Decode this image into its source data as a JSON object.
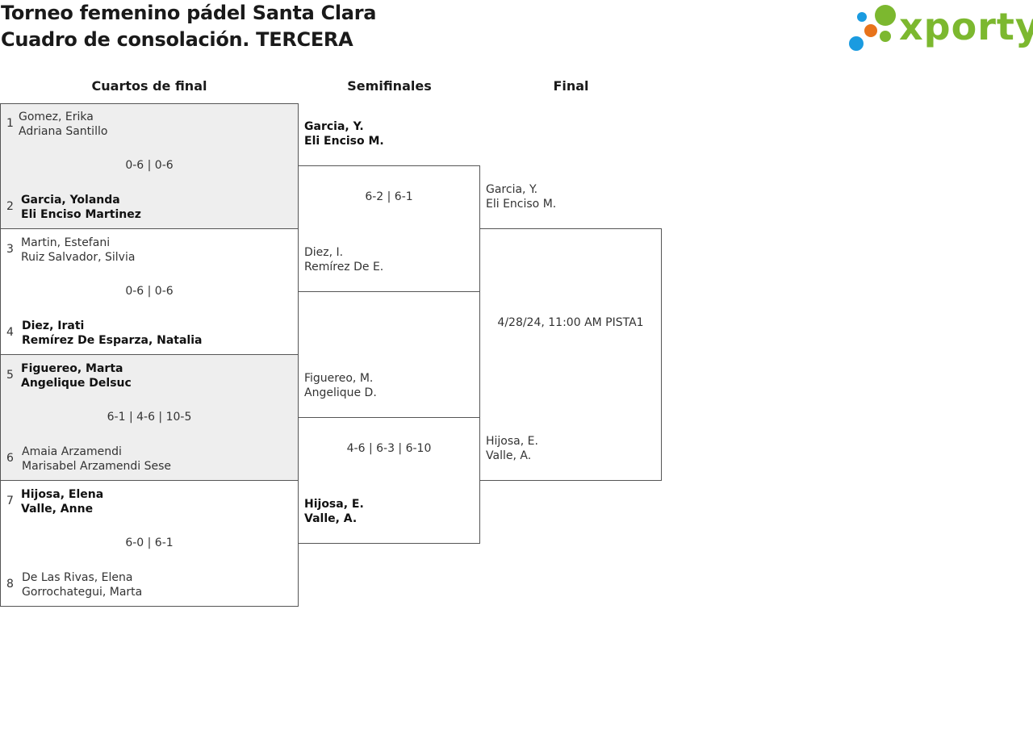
{
  "header": {
    "title_line1": "Torneo femenino pádel Santa Clara",
    "title_line2": "Cuadro de consolación. TERCERA"
  },
  "logo": {
    "text": "xporty",
    "colors": {
      "green": "#7cb82f",
      "blue": "#1a9be0",
      "orange": "#e8731a"
    }
  },
  "columns": {
    "quarters": "Cuartos de final",
    "semis": "Semifinales",
    "final": "Final"
  },
  "quarterfinals": [
    {
      "seed_a": "1",
      "a1": "Gomez, Erika",
      "a2": "Adriana Santillo",
      "score": "0-6 | 0-6",
      "seed_b": "2",
      "b1": "Garcia, Yolanda",
      "b2": "Eli Enciso Martinez"
    },
    {
      "seed_a": "3",
      "a1": "Martin, Estefani",
      "a2": "Ruiz Salvador, Silvia",
      "score": "0-6 | 0-6",
      "seed_b": "4",
      "b1": "Diez, Irati",
      "b2": "Remírez De Esparza, Natalia"
    },
    {
      "seed_a": "5",
      "a1": "Figuereo, Marta",
      "a2": "Angelique Delsuc",
      "score": "6-1 | 4-6 | 10-5",
      "seed_b": "6",
      "b1": "Amaia Arzamendi",
      "b2": "Marisabel Arzamendi Sese"
    },
    {
      "seed_a": "7",
      "a1": "Hijosa, Elena",
      "a2": "Valle, Anne",
      "score": "6-0 | 6-1",
      "seed_b": "8",
      "b1": "De Las Rivas, Elena",
      "b2": "Gorrochategui, Marta"
    }
  ],
  "semifinals": [
    {
      "a1": "Garcia, Y.",
      "a2": "Eli Enciso M.",
      "score": "6-2 | 6-1",
      "b1": "Diez, I.",
      "b2": "Remírez De E."
    },
    {
      "a1": "Figuereo, M.",
      "a2": "Angelique D.",
      "score": "4-6 | 6-3 | 6-10",
      "b1": "Hijosa, E.",
      "b2": "Valle, A."
    }
  ],
  "final": {
    "a1": "Garcia, Y.",
    "a2": "Eli Enciso M.",
    "schedule": "4/28/24, 11:00 AM PISTA1",
    "b1": "Hijosa, E.",
    "b2": "Valle, A."
  }
}
